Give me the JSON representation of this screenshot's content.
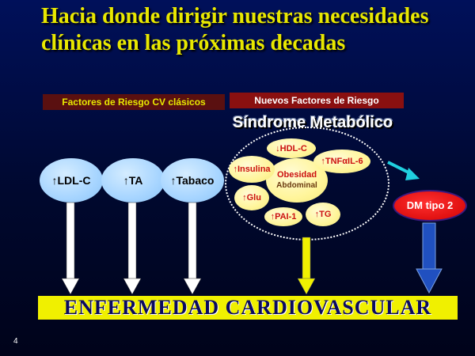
{
  "title": "Hacia donde dirigir nuestras necesidades clínicas en las próximas decadas",
  "labels": {
    "classic": "Factores de Riesgo CV clásicos",
    "new": "Nuevos Factores de Riesgo"
  },
  "syndrome": "Síndrome Metabólico",
  "classic_factors": [
    "LDL-C",
    "TA",
    "Tabaco"
  ],
  "metabolic_factors": {
    "hdl": "HDL-C",
    "insulina": "Insulina",
    "tnf": "TNFαIL-6",
    "obesidad": "Obesidad",
    "abdominal": "Abdominal",
    "glu": "Glu",
    "pai": "PAI-1",
    "tg": "TG"
  },
  "dm": "DM tipo 2",
  "outcome": "ENFERMEDAD  CARDIOVASCULAR",
  "slide_number": "4",
  "colors": {
    "title": "#e8e800",
    "banner": "#f0f000",
    "dm": "#e01010",
    "cyan_arrow": "#20d0e0",
    "yellow_arrow": "#f0f000",
    "blue_arrow": "#2050c0"
  },
  "glyphs": {
    "up": "↑",
    "down": "↓"
  }
}
